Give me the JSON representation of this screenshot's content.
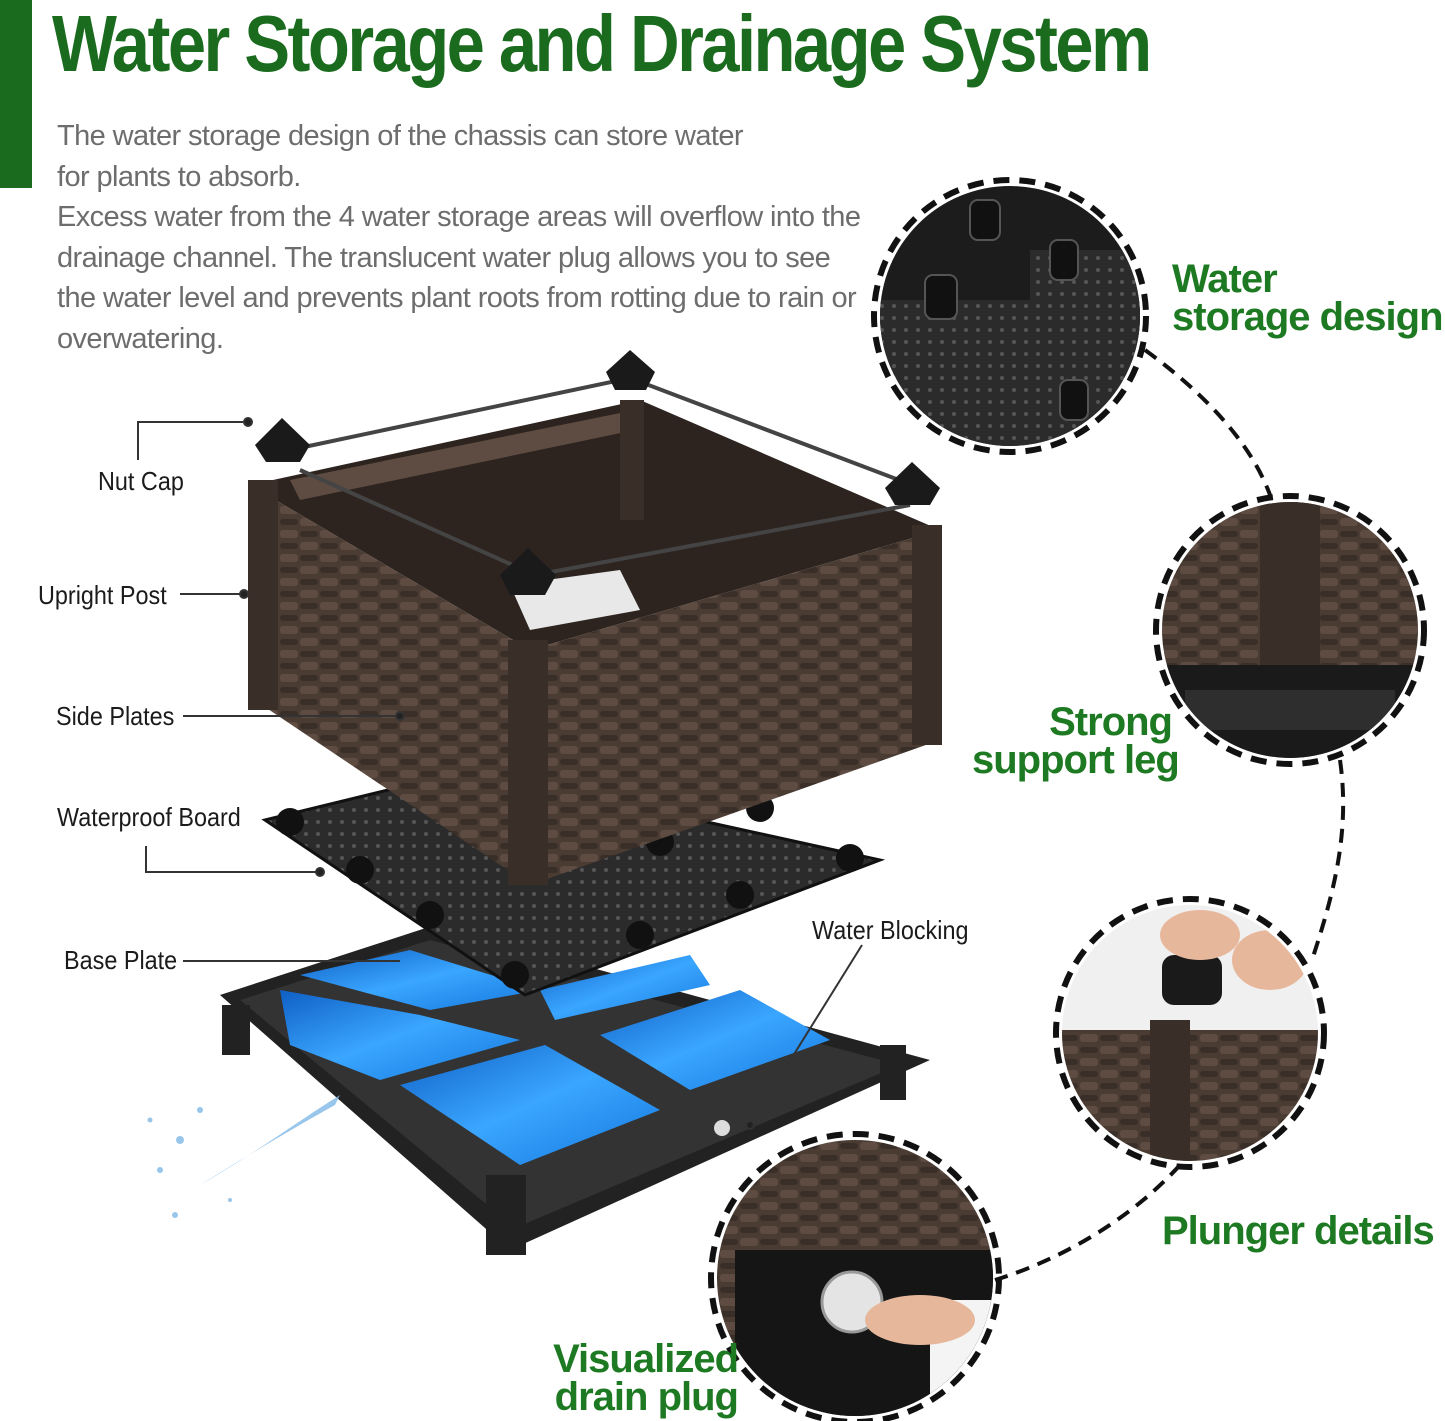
{
  "title": "Water Storage and Drainage System",
  "description": {
    "line1": "The water storage design of the chassis can store water for plants to absorb.",
    "line2": "Excess water from the 4 water storage areas will overflow into the drainage channel. The translucent water plug allows you to see the water level and prevents plant roots from rotting due to rain or overwatering."
  },
  "parts": {
    "nut_cap": "Nut Cap",
    "upright_post": "Upright Post",
    "side_plates": "Side Plates",
    "waterproof_board": "Waterproof Board",
    "base_plate": "Base Plate",
    "water_blocking": "Water Blocking"
  },
  "callouts": {
    "water_storage_1": "Water",
    "water_storage_2": "storage design",
    "support_1": "Strong",
    "support_2": "support leg",
    "plunger": "Plunger details",
    "drain_1": "Visualized",
    "drain_2": "drain plug"
  },
  "colors": {
    "title_green": "#1a6b1e",
    "callout_green": "#1e7a22",
    "body_gray": "#6d6d6d",
    "rattan_brown": "#4a3b33",
    "water_blue": "#2a8de8"
  }
}
